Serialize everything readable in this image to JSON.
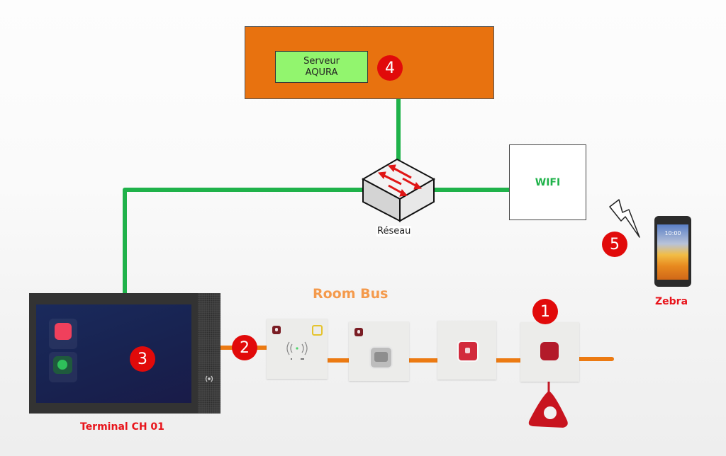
{
  "diagram": {
    "server": {
      "line1": "Serveur",
      "line2": "AQURA",
      "badge": "4"
    },
    "network_switch": {
      "label": "Réseau"
    },
    "wifi": {
      "label": "WIFI"
    },
    "mobile": {
      "label": "Zebra",
      "badge": "5",
      "screen_time": "10:00"
    },
    "terminal": {
      "label": "Terminal CH 01",
      "badge": "3"
    },
    "room_bus": {
      "label": "Room Bus",
      "entry_badge": "2"
    },
    "pull_cord_unit": {
      "badge": "1"
    },
    "colors": {
      "server_box": "#e8720f",
      "server_inner": "#92f56e",
      "ethernet_line": "#1fb24a",
      "room_bus_line": "#ec7a12",
      "badge": "#e10a0a",
      "label_red": "#e8141b",
      "room_bus_label": "#f49a4c"
    }
  }
}
